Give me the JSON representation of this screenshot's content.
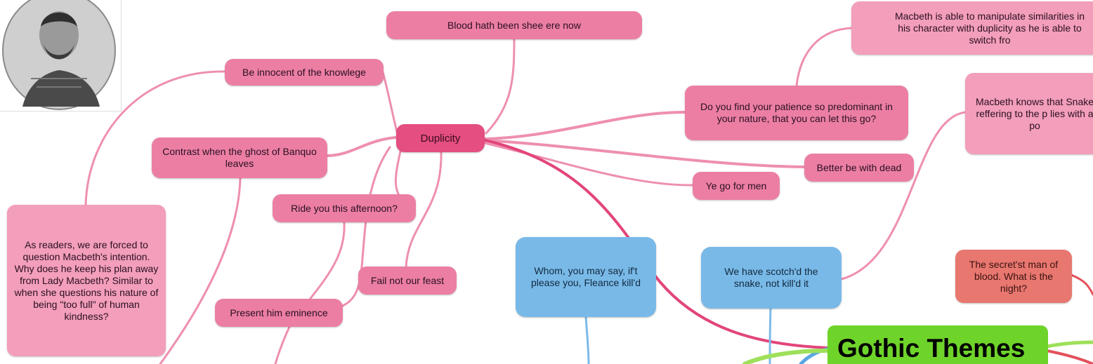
{
  "nodes": {
    "blood": "Blood hath been shee ere now",
    "innocent": "Be innocent of the knowlege",
    "contrast": "Contrast when the ghost of Banquo leaves",
    "duplicity": "Duplicity",
    "ride": "Ride you this afternoon?",
    "fail": "Fail not our feast",
    "present": "Present him eminence",
    "readers": "As readers, we are forced to question Macbeth's intention. Why does he keep his plan away from Lady Macbeth? Similar to when she questions his nature of being \"too full\" of human kindness?",
    "patience": "Do you find your patience so predominant in your nature, that you can let this go?",
    "manipulate": "Macbeth is able to manipulate similarities in his character with duplicity as he is able to switch fro",
    "knows": "Macbeth knows that Snake reffering to the p lies with a po",
    "better_dead": "Better be with dead",
    "ye_go": "Ye go for men",
    "whom": "Whom, you may say, if't please you, Fleance kill'd",
    "scotch": "We have scotch'd the snake, not kill'd it",
    "secretst": "The secret'st man of blood. What is the night?",
    "gothic": "Gothic Themes"
  },
  "colors": {
    "pink_node": "#ec7ea4",
    "pink_light": "#f39ebb",
    "center_node": "#e44e80",
    "blue_node": "#79b9e8",
    "red_node": "#e8776f",
    "green_node": "#6fd42a",
    "pink_line": "#ee8fb0",
    "magenta_line": "#e2457a",
    "blue_line": "#7dbbe8",
    "green_line": "#9ee05a",
    "red_line": "#e4505a"
  },
  "icons": {
    "portrait": "engraved-portrait-image"
  }
}
